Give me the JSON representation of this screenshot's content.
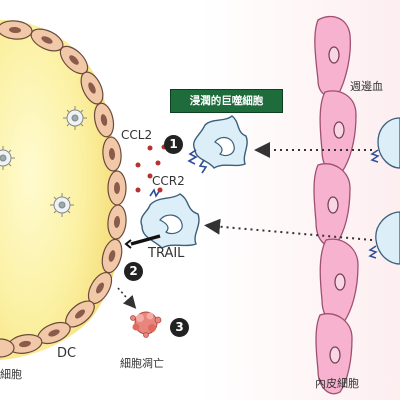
{
  "header": {
    "title": "浸潤的巨噬細胞"
  },
  "labels": {
    "ccl2": "CCL2",
    "ccr2": "CCR2",
    "trail": "TRAIL",
    "dc": "DC",
    "apoptosis": "細胞凋亡",
    "left_cell": "細胞",
    "endothelium": "內皮細胞",
    "monocyte": "週邊血"
  },
  "steps": {
    "s1": "1",
    "s2": "2",
    "s3": "3"
  },
  "colors": {
    "tumor_center": "#fbf6b4",
    "tumor_edge": "#f6e27a",
    "membrane": "#f2c9a8",
    "endothelial": "#f6b2cf",
    "macrophage": "#dceef7",
    "title_bg": "#1e6b3c"
  }
}
